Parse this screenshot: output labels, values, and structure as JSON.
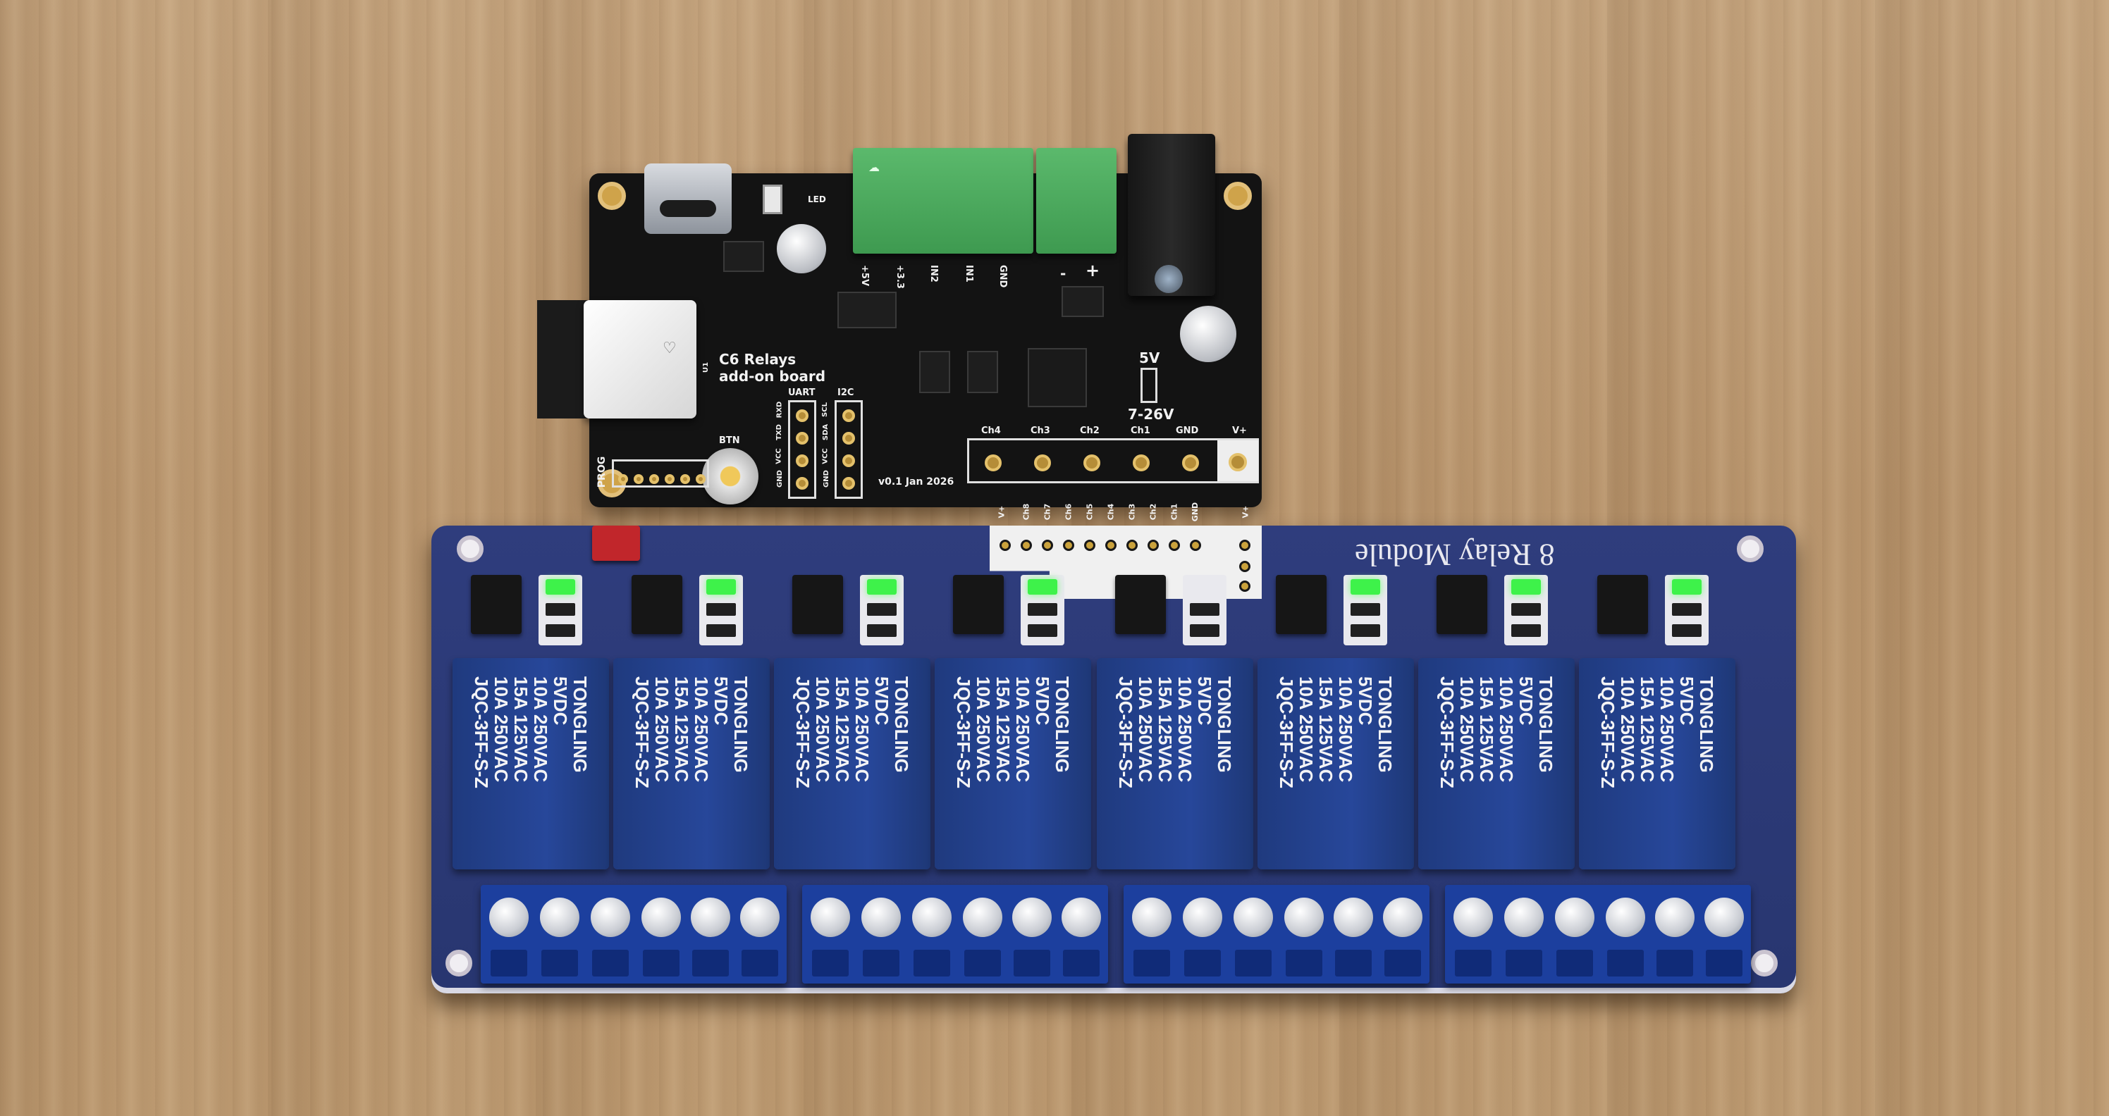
{
  "scene": {
    "background": "wooden-table-surface",
    "colors": {
      "wood": "#bb986f",
      "controller_pcb": "#131313",
      "relay_pcb": "#2b3873",
      "relay_blue": "#27479a",
      "terminal_green": "#4aa35a",
      "led_green": "#3ef24a"
    }
  },
  "controller_board": {
    "title_line1": "C6 Relays",
    "title_line2": "add-on board",
    "version": "v0.1 Jan 2026",
    "terminal_labels": [
      "+5V",
      "+3.3",
      "IN2",
      "IN1",
      "GND",
      "-",
      "+"
    ],
    "power_labels": {
      "out": "5V",
      "in": "7-26V"
    },
    "header_labels": [
      "Ch4",
      "Ch3",
      "Ch2",
      "Ch1",
      "GND",
      "V+"
    ],
    "uart_label": "UART",
    "uart_pins": [
      "RXD",
      "TXD",
      "VCC",
      "GND"
    ],
    "i2c_label": "I2C",
    "i2c_pins": [
      "SCL",
      "SDA",
      "VCC",
      "GND"
    ],
    "button_label": "BTN",
    "prog_label": "PROG",
    "led_label": "LED",
    "esp_module_label": "U1"
  },
  "relay_board": {
    "title": "8 Relay Module",
    "header_pins": [
      "V+",
      "Ch8",
      "Ch7",
      "Ch6",
      "Ch5",
      "Ch4",
      "Ch3",
      "Ch2",
      "Ch1",
      "GND",
      "V+"
    ],
    "relays": [
      {
        "brand": "TONGLING",
        "voltage": "5VDC",
        "rating1": "10A 250VAC",
        "rating2": "15A 125VAC",
        "rating3": "10A 250VAC",
        "model": "JQC-3FF-S-Z"
      },
      {
        "brand": "TONGLING",
        "voltage": "5VDC",
        "rating1": "10A 250VAC",
        "rating2": "15A 125VAC",
        "rating3": "10A 250VAC",
        "model": "JQC-3FF-S-Z"
      },
      {
        "brand": "TONGLING",
        "voltage": "5VDC",
        "rating1": "10A 250VAC",
        "rating2": "15A 125VAC",
        "rating3": "10A 250VAC",
        "model": "JQC-3FF-S-Z"
      },
      {
        "brand": "TONGLING",
        "voltage": "5VDC",
        "rating1": "10A 250VAC",
        "rating2": "15A 125VAC",
        "rating3": "10A 250VAC",
        "model": "JQC-3FF-S-Z"
      },
      {
        "brand": "TONGLING",
        "voltage": "5VDC",
        "rating1": "10A 250VAC",
        "rating2": "15A 125VAC",
        "rating3": "10A 250VAC",
        "model": "JQC-3FF-S-Z"
      },
      {
        "brand": "TONGLING",
        "voltage": "5VDC",
        "rating1": "10A 250VAC",
        "rating2": "15A 125VAC",
        "rating3": "10A 250VAC",
        "model": "JQC-3FF-S-Z"
      },
      {
        "brand": "TONGLING",
        "voltage": "5VDC",
        "rating1": "10A 250VAC",
        "rating2": "15A 125VAC",
        "rating3": "10A 250VAC",
        "model": "JQC-3FF-S-Z"
      },
      {
        "brand": "TONGLING",
        "voltage": "5VDC",
        "rating1": "10A 250VAC",
        "rating2": "15A 125VAC",
        "rating3": "10A 250VAC",
        "model": "JQC-3FF-S-Z"
      }
    ]
  }
}
